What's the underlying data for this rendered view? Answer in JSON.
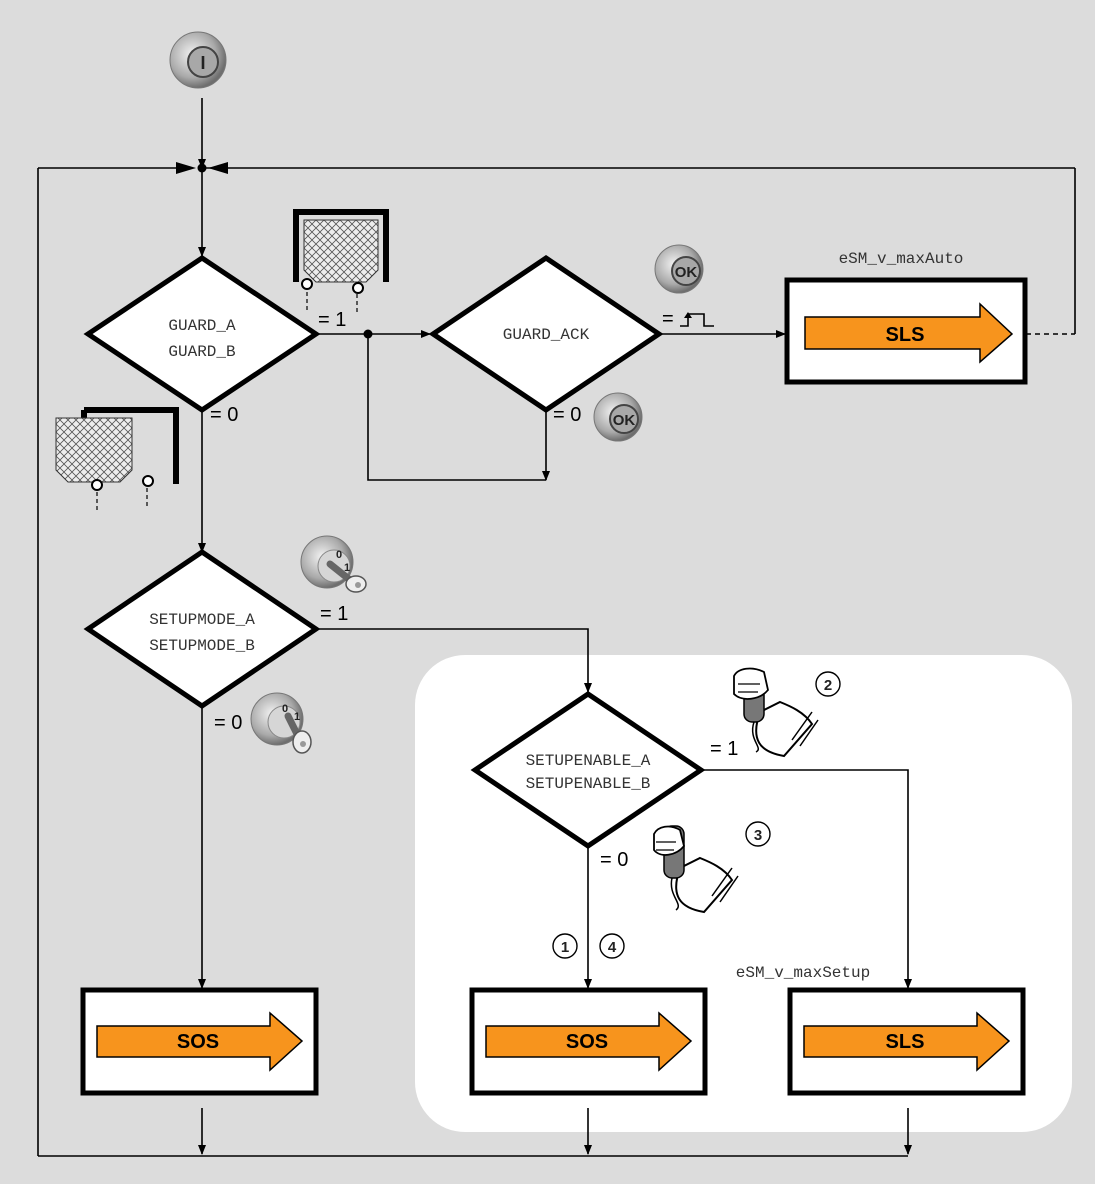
{
  "start_button": {
    "label": "I"
  },
  "decisions": {
    "guard": {
      "line1": "GUARD_A",
      "line2": "GUARD_B",
      "true_label": "= 1",
      "false_label": "= 0"
    },
    "guard_ack": {
      "line1": "GUARD_ACK",
      "true_label": "=",
      "false_label": "= 0"
    },
    "setupmode": {
      "line1": "SETUPMODE_A",
      "line2": "SETUPMODE_B",
      "true_label": "= 1",
      "false_label": "= 0"
    },
    "setupenable": {
      "line1": "SETUPENABLE_A",
      "line2": "SETUPENABLE_B",
      "true_label": "= 1",
      "false_label": "= 0"
    }
  },
  "ok_buttons": {
    "label": "OK"
  },
  "key_switch": {
    "pos0": "0",
    "pos1": "1"
  },
  "actions": {
    "sls_auto": {
      "label": "SLS",
      "param": "eSM_v_maxAuto"
    },
    "sos_left": {
      "label": "SOS"
    },
    "sos_setup": {
      "label": "SOS"
    },
    "sls_setup": {
      "label": "SLS",
      "param": "eSM_v_maxSetup"
    }
  },
  "markers": {
    "m1": "1",
    "m2": "2",
    "m3": "3",
    "m4": "4"
  },
  "colors": {
    "background": "#dcdcdc",
    "panel": "#ffffff",
    "arrow_fill": "#f7941d",
    "line": "#000000"
  }
}
